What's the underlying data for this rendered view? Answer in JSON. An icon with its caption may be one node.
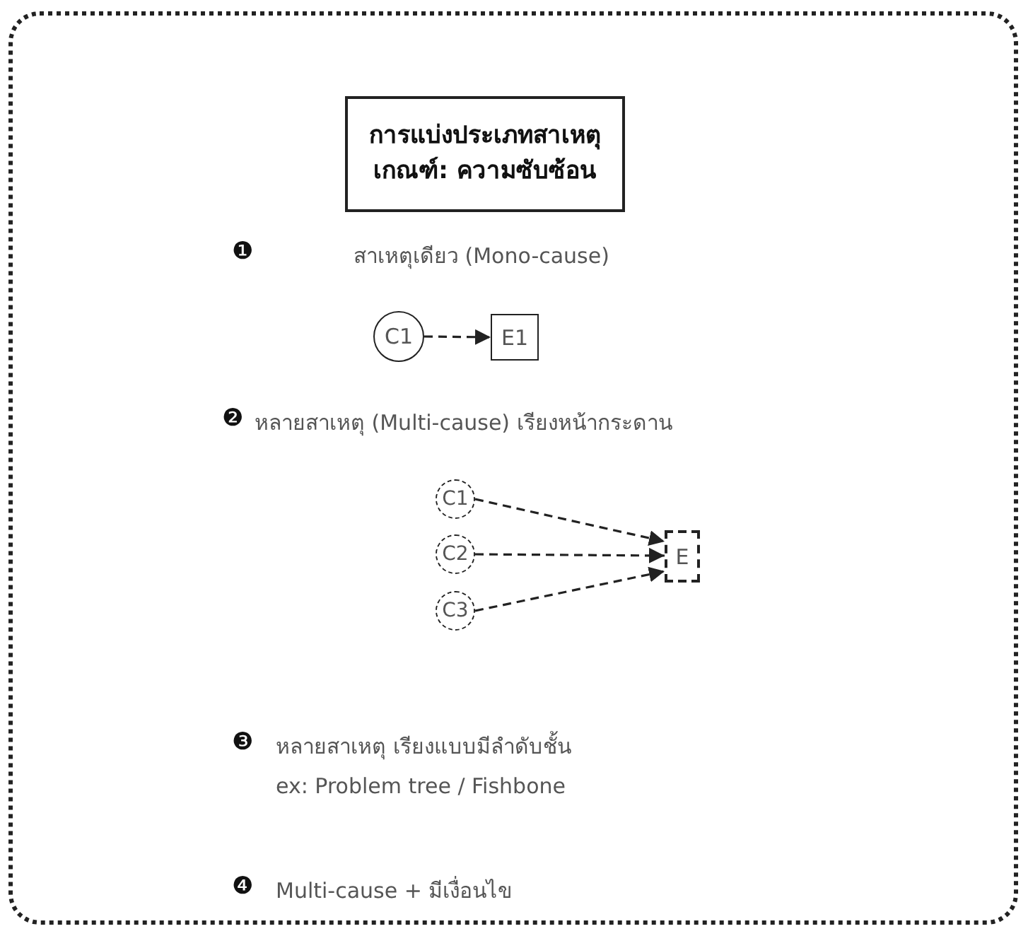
{
  "diagram": {
    "nodes": [
      {
        "text": [
          "การแบ่งประเภทสาเหตุ",
          "เกณฑ์: ความซับซ้อน"
        ]
      },
      {
        "text": [
          "C1"
        ]
      },
      {
        "text": [
          "E1"
        ]
      },
      {
        "text": [
          "C1"
        ]
      },
      {
        "text": [
          "C2"
        ]
      },
      {
        "text": [
          "C3"
        ]
      },
      {
        "text": [
          "E"
        ]
      }
    ],
    "edges": [
      {
        "from": 1,
        "to": 2,
        "arrow": "to",
        "style": "dashed"
      },
      {
        "from": 3,
        "to": 6,
        "arrow": "to",
        "style": "dashed"
      },
      {
        "from": 4,
        "to": 6,
        "arrow": "to",
        "style": "dashed"
      },
      {
        "from": 5,
        "to": 6,
        "arrow": "to",
        "style": "dashed"
      }
    ],
    "labels": [
      "❶",
      "สาเหตุเดียว (Mono-cause)",
      "❷",
      "หลายสาเหตุ (Multi-cause) เรียงหน้ากระดาน",
      "❸",
      "หลายสาเหตุ เรียงแบบมีลำดับชั้น",
      "ex: Problem tree / Fishbone",
      "❹",
      "Multi-cause + มีเงื่อนไข"
    ]
  }
}
